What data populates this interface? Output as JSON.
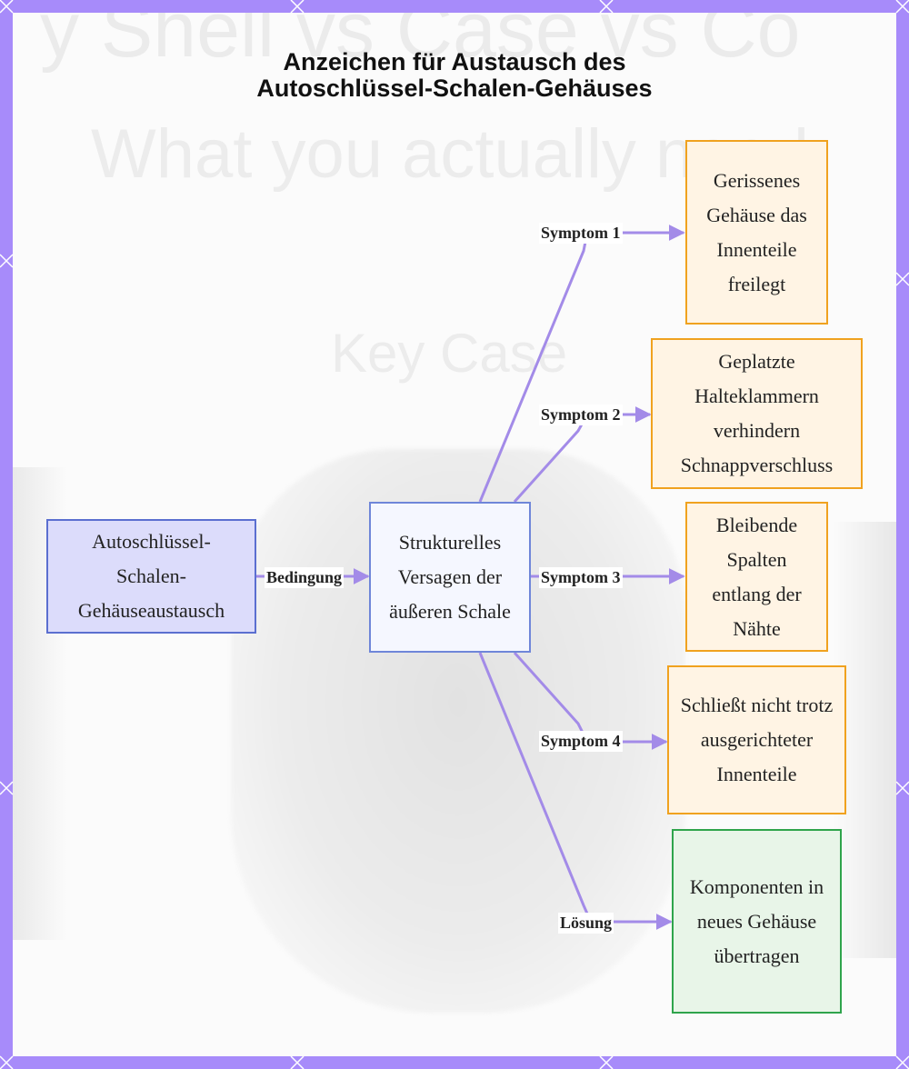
{
  "title": {
    "line1": "Anzeichen für Austausch des",
    "line2": "Autoschlüssel-Schalen-Gehäuses"
  },
  "background_words": [
    "y Shell vs Case vs Co",
    "What you actually need",
    "Key Case"
  ],
  "nodes": {
    "root": "Autoschlüssel-Schalen-Gehäuseaustausch",
    "hub": "Strukturelles Versagen der äußeren Schale",
    "symptom1": "Gerissenes Gehäuse das Innenteile freilegt",
    "symptom2": "Geplatzte Halteklammern verhindern Schnappverschluss",
    "symptom3": "Bleibende Spalten entlang der Nähte",
    "symptom4": "Schließt nicht trotz ausgerichteter Innenteile",
    "solution": "Komponenten in neues Gehäuse übertragen"
  },
  "edge_labels": {
    "condition": "Bedingung",
    "symptom1": "Symptom 1",
    "symptom2": "Symptom 2",
    "symptom3": "Symptom 3",
    "symptom4": "Symptom 4",
    "solution": "Lösung"
  },
  "colors": {
    "edge": "#a38be8",
    "frame": "#a78bfa",
    "root_fill": "#dcdcfb",
    "symptom_border": "#f0a21f",
    "solution_border": "#2fa44c"
  }
}
